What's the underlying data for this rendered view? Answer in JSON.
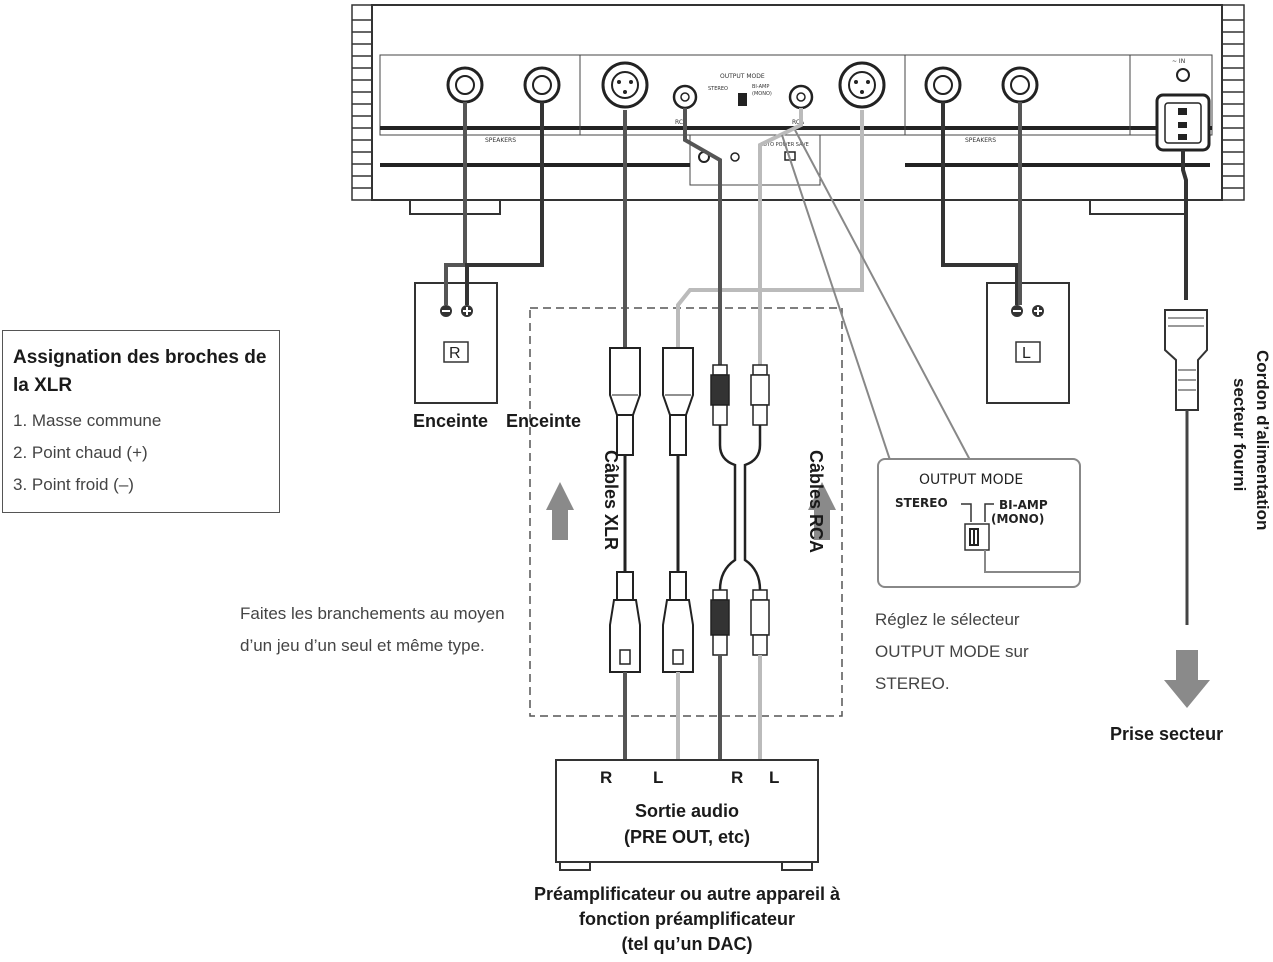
{
  "pin_assignment": {
    "title": "Assignation des broches de la XLR",
    "items": [
      "1. Masse commune",
      "2. Point chaud (+)",
      "3. Point froid (–)"
    ]
  },
  "speaker_right": {
    "label": "Enceinte",
    "channel": "R"
  },
  "speaker_left": {
    "label": "Enceinte",
    "channel": "L"
  },
  "cables": {
    "xlr": "Câbles XLR",
    "rca": "Câbles RCA"
  },
  "note_connection": {
    "line1": "Faites les branchements au moyen",
    "line2": "d’un jeu d’un seul et même type."
  },
  "output_mode": {
    "title": "OUTPUT MODE",
    "stereo": "STEREO",
    "biamp": "BI-AMP",
    "mono": "(MONO)"
  },
  "note_output_mode": {
    "line1": "Réglez le sélecteur",
    "line2": "OUTPUT MODE sur",
    "line3": "STEREO."
  },
  "power_cord": {
    "line1": "Cordon d’alimentation",
    "line2": "secteur fourni"
  },
  "outlet": "Prise secteur",
  "source": {
    "channels": [
      "R",
      "L",
      "R",
      "L"
    ],
    "line1": "Sortie audio",
    "line2": "(PRE OUT, etc)"
  },
  "caption": {
    "line1": "Préamplificateur ou autre appareil à",
    "line2": "fonction préamplificateur",
    "line3": "(tel qu’un DAC)"
  },
  "panel": {
    "output_mode_label": "OUTPUT MODE",
    "stereo": "STEREO",
    "biamp": "BI-AMP",
    "mono": "(MONO)",
    "rca_label": "RCA",
    "speakers_label": "SPEAKERS",
    "auto_power": "AUTO POWER SAVE",
    "ac_in": "~ IN"
  },
  "colors": {
    "dark_cable": "#555555",
    "light_cable": "#bbbbbb",
    "arrow": "#8a8a8a",
    "outline": "#333333"
  }
}
